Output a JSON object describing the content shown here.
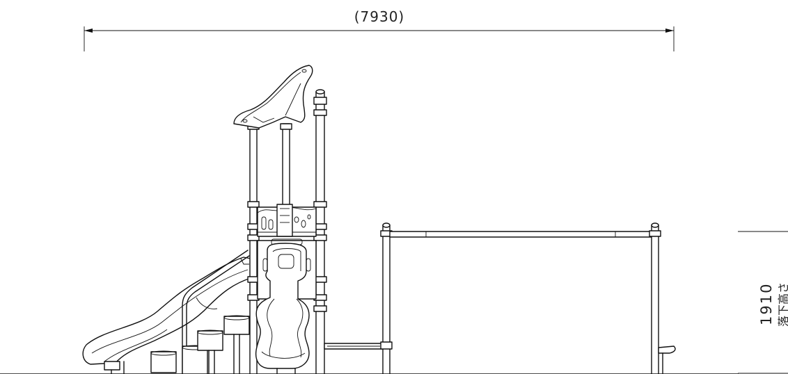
{
  "drawing": {
    "overall_width_label": "(7930)",
    "fall_height_value": "1910",
    "fall_height_caption": "落下高さ"
  }
}
